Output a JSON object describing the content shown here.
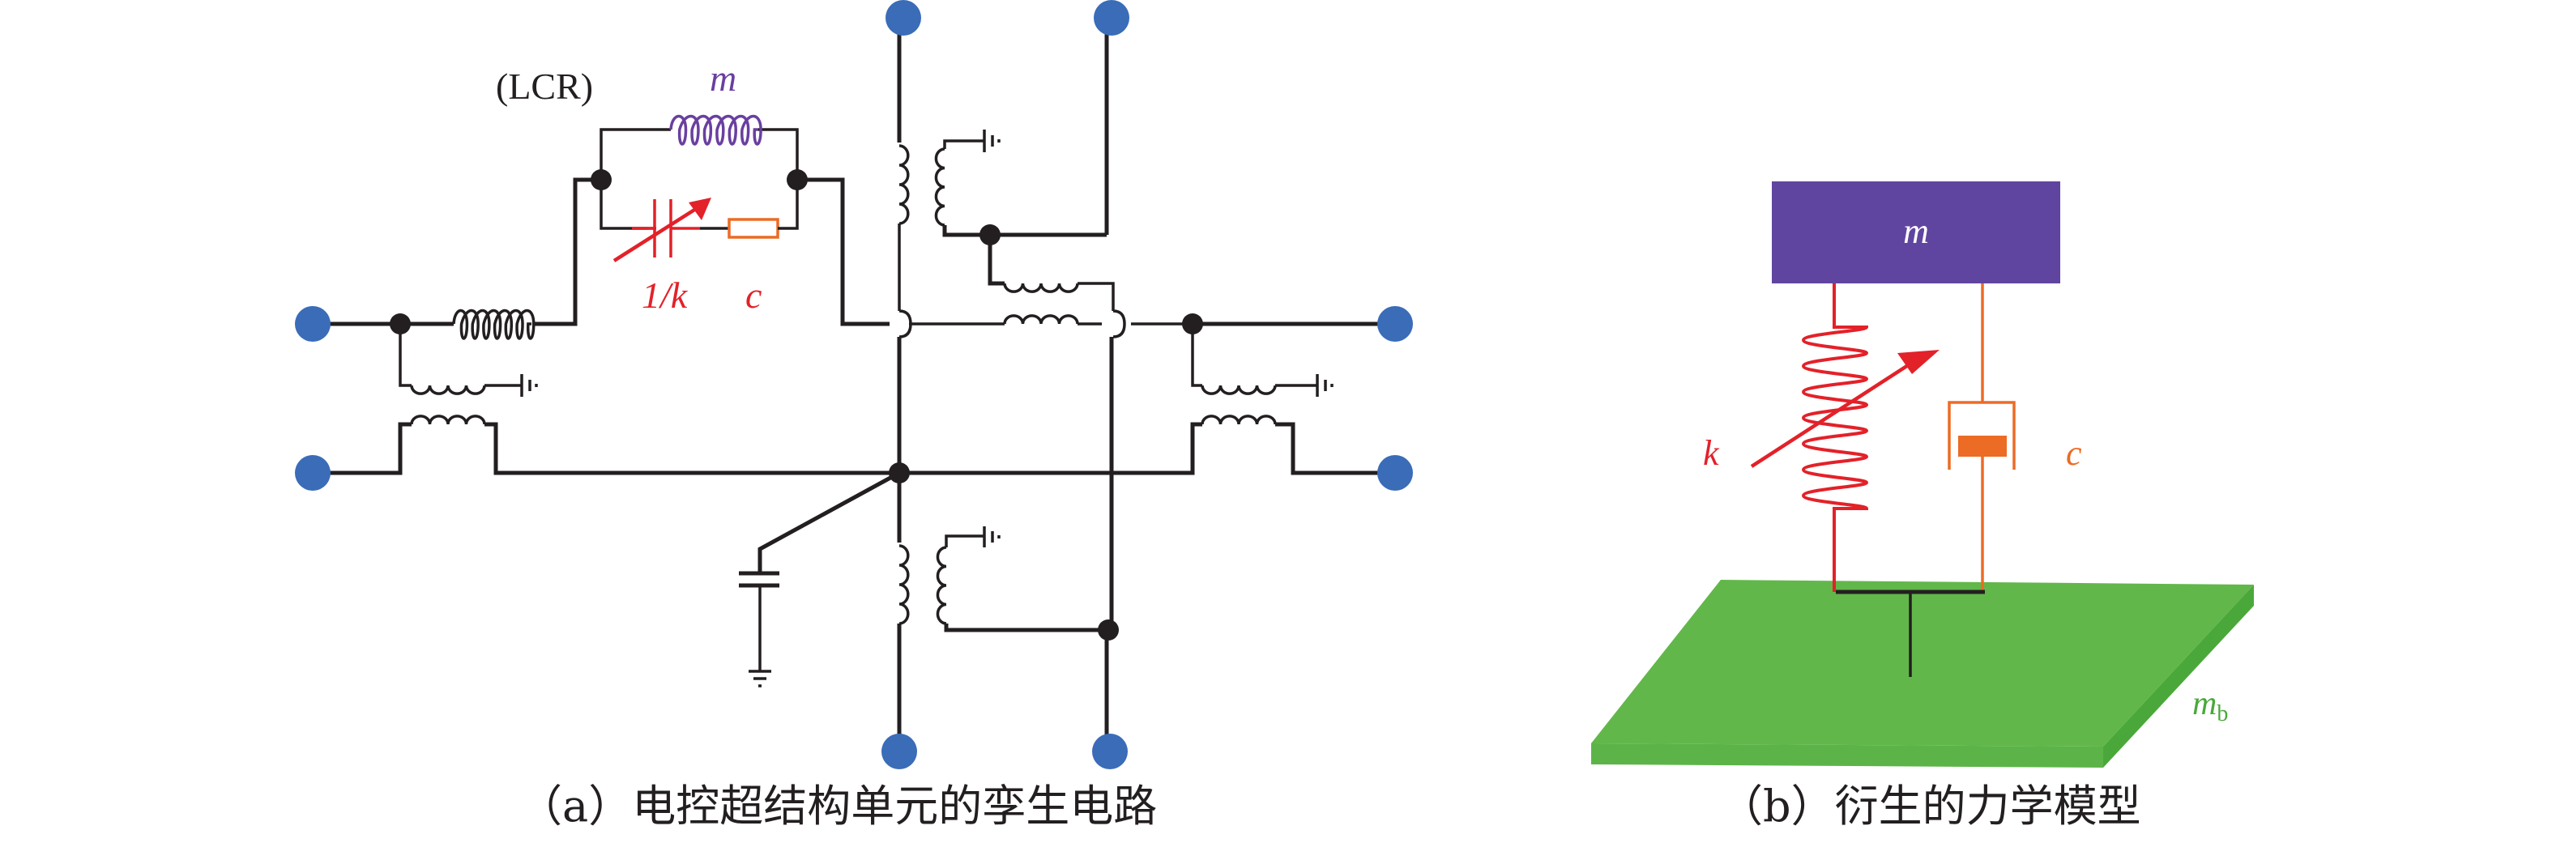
{
  "panel_a": {
    "caption": "（a）电控超结构单元的孪生电路",
    "labels": {
      "lcr": "(LCR)",
      "inductor": "m",
      "capacitor": "1/k",
      "resistor": "c"
    }
  },
  "panel_b": {
    "caption": "（b）衍生的力学模型",
    "labels": {
      "mass": "m",
      "spring": "k",
      "damper": "c",
      "base_mass": "m",
      "base_mass_subscript": "b"
    }
  },
  "colors": {
    "wire": "#231f20",
    "terminal": "#3a6cb8",
    "mass_purple": "#6045a0",
    "inductor_purple": "#6a3fa0",
    "stiffness_red": "#e32129",
    "damping_orange": "#ec6b25",
    "base_green": "#62b74a",
    "base_green_dark": "#4aa83a"
  }
}
